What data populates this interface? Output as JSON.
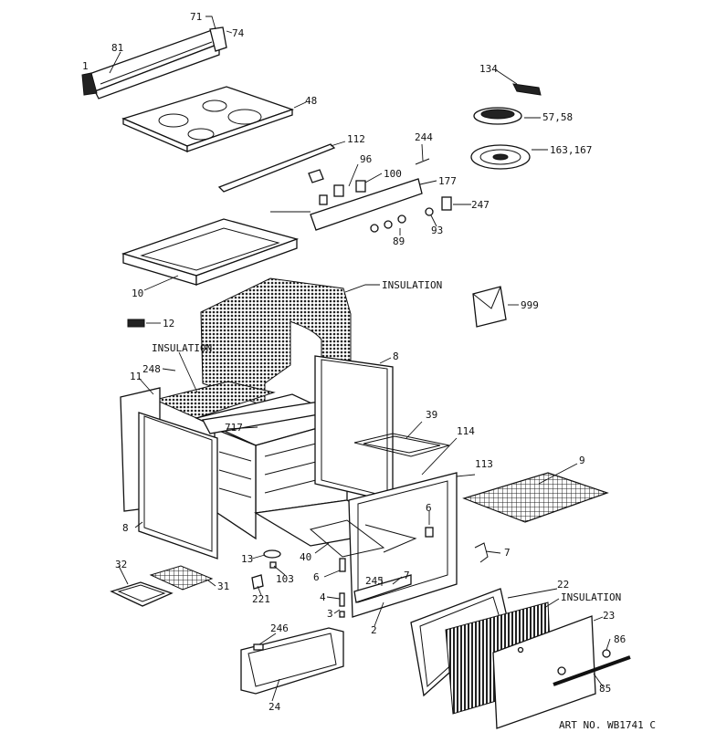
{
  "labels": {
    "l71": "71",
    "l74": "74",
    "l81": "81",
    "l1": "1",
    "l48": "48",
    "l134": "134",
    "l5758": "57,58",
    "l163167": "163,167",
    "l112": "112",
    "l244": "244",
    "l96": "96",
    "l100": "100",
    "l177": "177",
    "l247": "247",
    "l89": "89",
    "l93": "93",
    "l10": "10",
    "insulation_top": "INSULATION",
    "l999": "999",
    "l12": "12",
    "insulation_left": "INSULATION",
    "l248": "248",
    "l11": "11",
    "l8a": "8",
    "l8b": "8",
    "l717": "717",
    "l39": "39",
    "l114": "114",
    "l113": "113",
    "l9": "9",
    "l6a": "6",
    "l6b": "6",
    "l7a": "7",
    "l7b": "7",
    "l13": "13",
    "l103": "103",
    "l40": "40",
    "l32": "32",
    "l31": "31",
    "l221": "221",
    "l4": "4",
    "l3": "3",
    "l245": "245",
    "l2": "2",
    "l22": "22",
    "insulation_door": "INSULATION",
    "l23": "23",
    "l86": "86",
    "l85": "85",
    "l246": "246",
    "l24": "24",
    "art_no": "ART NO. WB1741 C"
  }
}
